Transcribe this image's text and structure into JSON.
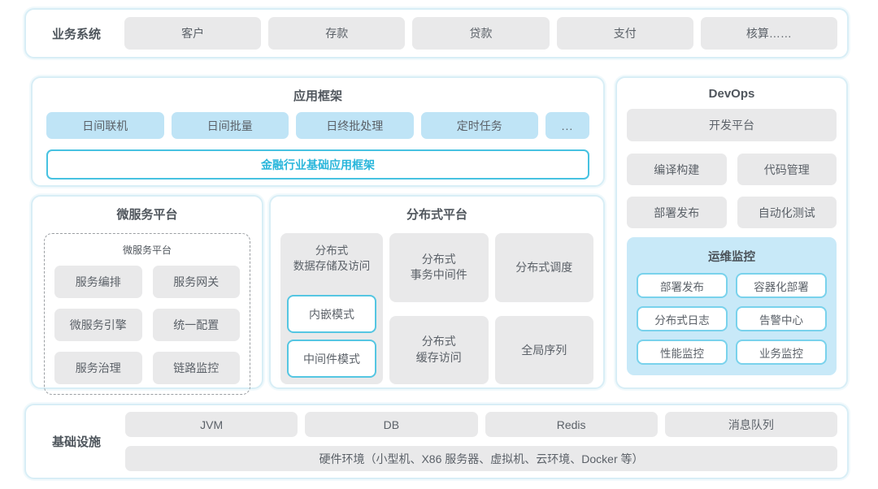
{
  "colors": {
    "section_border": "#d8eef6",
    "gray_box": "#e9e9ea",
    "blue_chip": "#bfe4f6",
    "accent_cyan_border": "#47c2e1",
    "accent_cyan_text": "#29b6db",
    "ops_panel_bg": "#c8e9f8",
    "body_text": "#5b6168"
  },
  "business_systems": {
    "label": "业务系统",
    "items": [
      "客户",
      "存款",
      "贷款",
      "支付",
      "核算……"
    ]
  },
  "app_framework": {
    "title": "应用框架",
    "modules": [
      "日间联机",
      "日间批量",
      "日终批处理",
      "定时任务",
      "..."
    ],
    "base_framework": "金融行业基础应用框架"
  },
  "devops": {
    "title": "DevOps",
    "dev_platform": "开发平台",
    "tools": [
      "编译构建",
      "代码管理",
      "部署发布",
      "自动化测试"
    ],
    "ops_monitoring": {
      "title": "运维监控",
      "items": [
        "部署发布",
        "容器化部署",
        "分布式日志",
        "告警中心",
        "性能监控",
        "业务监控"
      ]
    }
  },
  "microservice_platform": {
    "title": "微服务平台",
    "inner_title": "微服务平台",
    "items": [
      "服务编排",
      "服务网关",
      "微服务引擎",
      "统一配置",
      "服务治理",
      "链路监控"
    ]
  },
  "distributed_platform": {
    "title": "分布式平台",
    "storage": {
      "label": "分布式\n数据存储及访问",
      "modes": [
        "内嵌模式",
        "中间件模式"
      ]
    },
    "cells": [
      "分布式\n事务中间件",
      "分布式调度",
      "分布式\n缓存访问",
      "全局序列"
    ]
  },
  "infrastructure": {
    "label": "基础设施",
    "items": [
      "JVM",
      "DB",
      "Redis",
      "消息队列"
    ],
    "hardware": "硬件环境（小型机、X86 服务器、虚拟机、云环境、Docker 等）"
  }
}
